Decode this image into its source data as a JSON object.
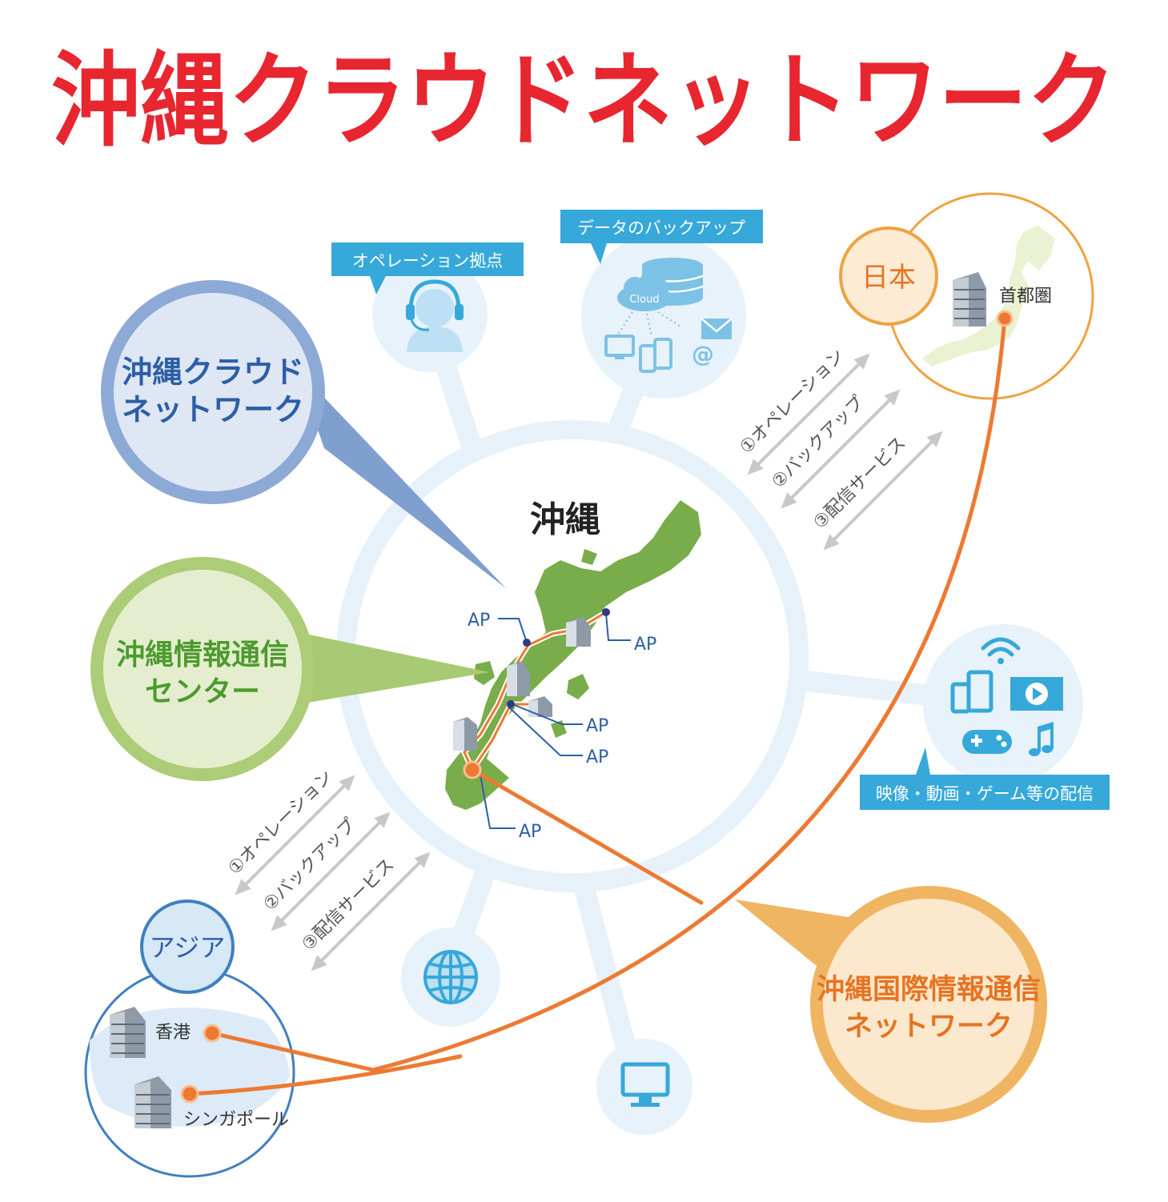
{
  "title": "沖縄クラウドネットワーク",
  "center": {
    "label": "沖縄"
  },
  "callouts": {
    "cloud_network": {
      "line1": "沖縄クラウド",
      "line2": "ネットワーク"
    },
    "info_center": {
      "line1": "沖縄情報通信",
      "line2": "センター"
    },
    "intl_network": {
      "line1": "沖縄国際情報通信",
      "line2": "ネットワーク"
    }
  },
  "services": {
    "operation_base": "オペレーション拠点",
    "data_backup": "データのバックアップ",
    "distribution": "映像・動画・ゲーム等の配信",
    "cloud_icon_label": "Cloud",
    "email_at": "@"
  },
  "regions": {
    "japan": {
      "label": "日本",
      "city": "首都圏"
    },
    "asia": {
      "label": "アジア",
      "city1": "香港",
      "city2": "シンガポール"
    }
  },
  "flows_japan": [
    "①オペレーション",
    "②バックアップ",
    "③配信サービス"
  ],
  "flows_asia": [
    "①オペレーション",
    "②バックアップ",
    "③配信サービス"
  ],
  "ap_labels": [
    "AP",
    "AP",
    "AP",
    "AP",
    "AP"
  ],
  "colors": {
    "title_red": "#e8262f",
    "cloud_blue": "#2c5fa6",
    "center_green": "#4e9a2f",
    "intl_orange": "#e77322",
    "okinawa_land": "#79ac4a",
    "link_orange": "#ec7a33",
    "tag_blue": "#36a8da",
    "hub_ring": "#e7f1fa",
    "japan_ring": "#eda341",
    "asia_ring": "#3f7fc0"
  }
}
